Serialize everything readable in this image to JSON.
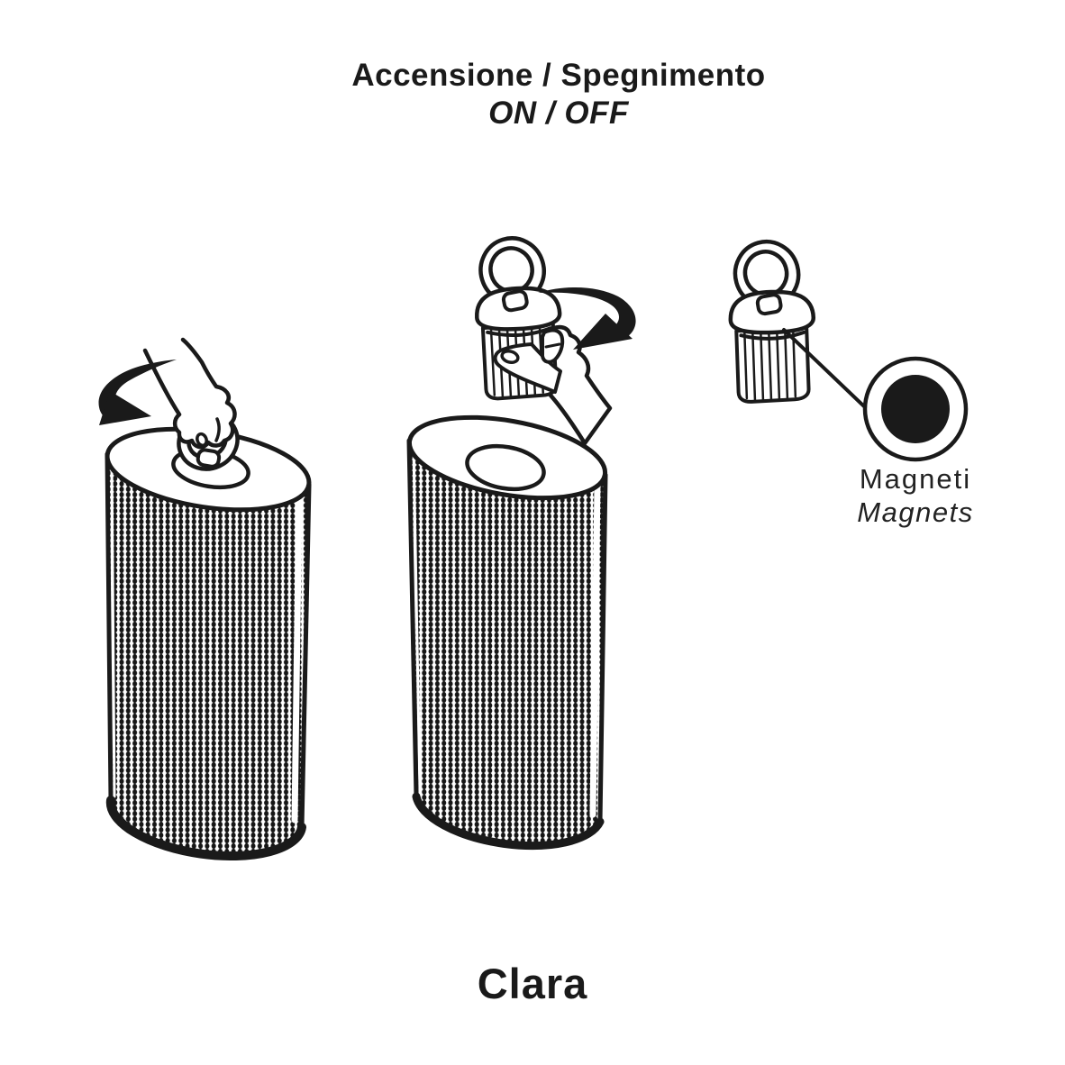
{
  "page": {
    "background": "#ffffff",
    "ink": "#1a1a1a"
  },
  "header": {
    "title": "Accensione / Spegnimento",
    "subtitle": "ON / OFF"
  },
  "magnet_callout": {
    "label_it": "Magneti",
    "label_en": "Magnets"
  },
  "footer": {
    "product_name": "Clara"
  },
  "icons": {
    "left_arrow": "rotate-counterclockwise-arrow",
    "right_arrow": "rotate-clockwise-arrow",
    "magnet_dot": "magnet-detail-circle"
  }
}
